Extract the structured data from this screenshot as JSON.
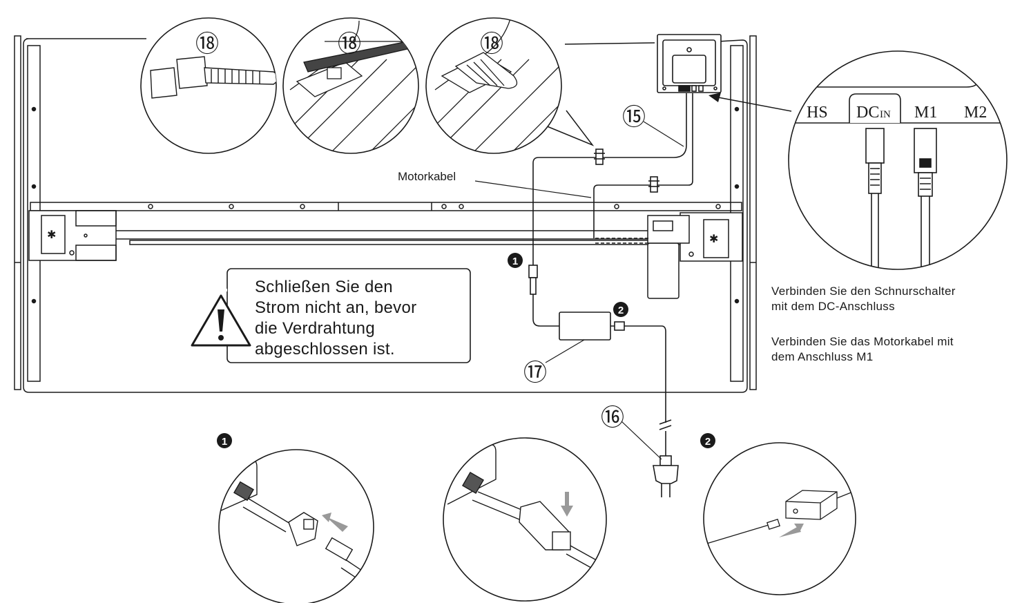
{
  "callouts": {
    "tie_a": "⑱",
    "tie_b": "⑱",
    "tie_c": "⑱",
    "controller_cable": "⑮",
    "power_supply": "⑰",
    "power_plug": "⑯"
  },
  "labels": {
    "motor_cable": "Motorkabel"
  },
  "steps": {
    "one": "1",
    "two": "2"
  },
  "warning": {
    "line1": "Schließen Sie den",
    "line2": "Strom nicht an, bevor",
    "line3": "die Verdrahtung",
    "line4": "abgeschlossen ist."
  },
  "ports": {
    "hs": "HS",
    "dc": "DC",
    "dc_suffix": "IN",
    "m1": "M1",
    "m2": "M2"
  },
  "notes": {
    "dc_line1": "Verbinden Sie den Schnurschalter",
    "dc_line2": "mit dem DC-Anschluss",
    "m1_line1": "Verbinden Sie das Motorkabel mit",
    "m1_line2": "dem Anschluss M1"
  }
}
